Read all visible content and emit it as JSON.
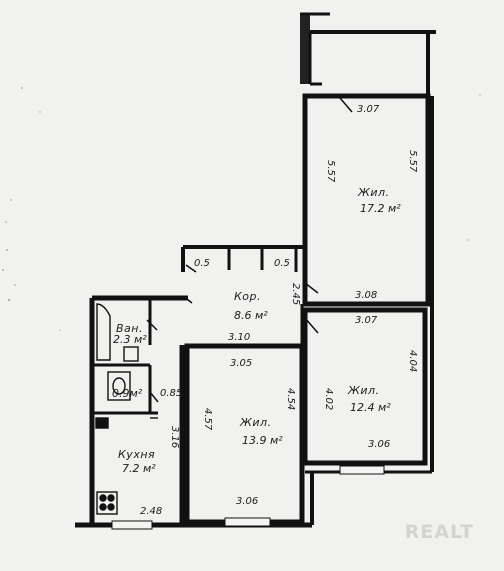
{
  "rooms": {
    "loggia": {
      "dims": {
        "bottom": "3.07"
      }
    },
    "living_large": {
      "name": "Жил.",
      "area": "17.2 м²",
      "dims": {
        "left": "5.57",
        "right": "5.57",
        "bottom": "3.08"
      }
    },
    "living_right": {
      "name": "Жил.",
      "area": "12.4 м²",
      "dims": {
        "top": "3.07",
        "left": "4.02",
        "right": "4.04",
        "bottom": "3.06"
      }
    },
    "living_mid": {
      "name": "Жил.",
      "area": "13.9 м²",
      "dims": {
        "top_outer": "3.10",
        "top": "3.05",
        "left": "4.57",
        "right": "4.54",
        "bottom": "3.06"
      }
    },
    "corridor": {
      "name": "Кор.",
      "area": "8.6 м²",
      "dims": {
        "side": "2.45"
      }
    },
    "closet_left": {
      "dim": "0.5"
    },
    "closet_right": {
      "dim": "0.5"
    },
    "bath": {
      "name": "Ван.",
      "area": "2.3 м²"
    },
    "wc": {
      "area": "0.9м²",
      "dim": "0.85"
    },
    "kitchen": {
      "name": "Кухня",
      "area": "7.2 м²",
      "dims": {
        "side": "3.16",
        "bottom": "2.48"
      }
    }
  },
  "watermark": "REALT"
}
